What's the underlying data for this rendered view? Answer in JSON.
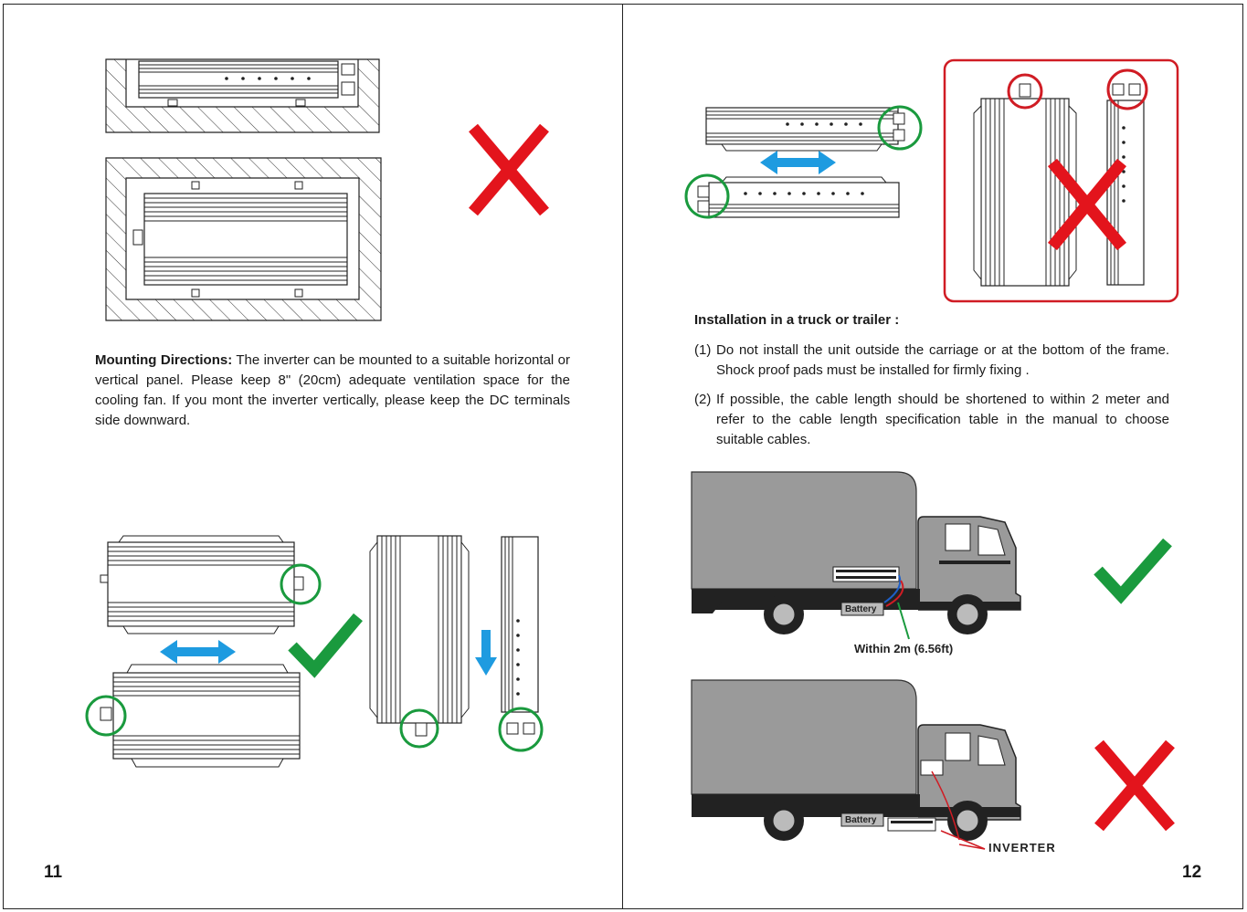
{
  "left_page": {
    "mounting_title": "Mounting Directions:",
    "mounting_text": " The inverter can be mounted to a suitable horizontal or vertical panel. Please keep 8\" (20cm) adequate ventilation space for the cooling fan. If you mont the inverter vertically, please keep the DC terminals side downward.",
    "page_number": "11"
  },
  "right_page": {
    "heading": "Installation in a truck or trailer :",
    "items": [
      {
        "num": "(1)",
        "text": "Do not install the unit outside the carriage or at the bottom of the frame. Shock proof pads must be installed for firmly fixing ."
      },
      {
        "num": "(2)",
        "text": "If possible, the cable length should be shortened to within 2 meter and refer to the cable length specification table in the manual to choose suitable cables."
      }
    ],
    "battery_label_top": "Battery",
    "battery_label_bottom": "Battery",
    "within_label": "Within 2m (6.56ft)",
    "inverter_label": "INVERTER",
    "page_number": "12"
  },
  "colors": {
    "cross": "#e3141c",
    "check": "#1a9a3e",
    "circle_green": "#1a9a3e",
    "circle_red": "#d01c24",
    "arrow_blue": "#1e9be0",
    "truck_body": "#9a9a9a"
  }
}
